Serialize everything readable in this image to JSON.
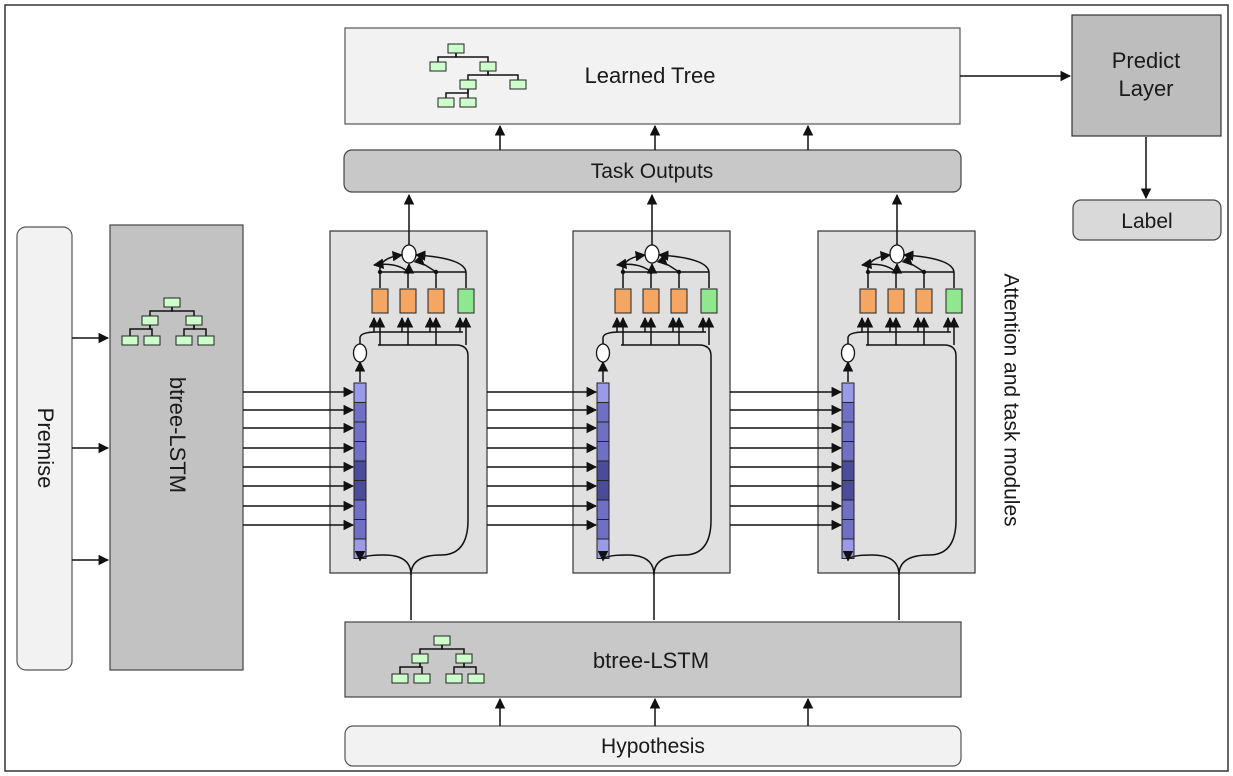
{
  "learned_tree": {
    "label": "Learned Tree"
  },
  "task_outputs": {
    "label": "Task Outputs"
  },
  "predict_layer": {
    "line1": "Predict",
    "line2": "Layer"
  },
  "label_box": {
    "label": "Label"
  },
  "premise": {
    "label": "Premise"
  },
  "btree_left": {
    "label": "btree-LSTM"
  },
  "btree_bottom": {
    "label": "btree-LSTM"
  },
  "hypothesis": {
    "label": "Hypothesis"
  },
  "modules": {
    "side_label": "Attention and task modules"
  },
  "colors": {
    "tree_node": "#ccffcc",
    "orange_gate": "#f4a662",
    "green_gate": "#8fe88f",
    "embed_light": "#9a9ae8",
    "embed_mid": "#6f6fc4",
    "embed_dark": "#4b4b9a",
    "box_dark": "#c8c8c8",
    "box_mid": "#d6d6d6",
    "box_light": "#f2f2f2",
    "module_bg": "#e0e0e0"
  }
}
